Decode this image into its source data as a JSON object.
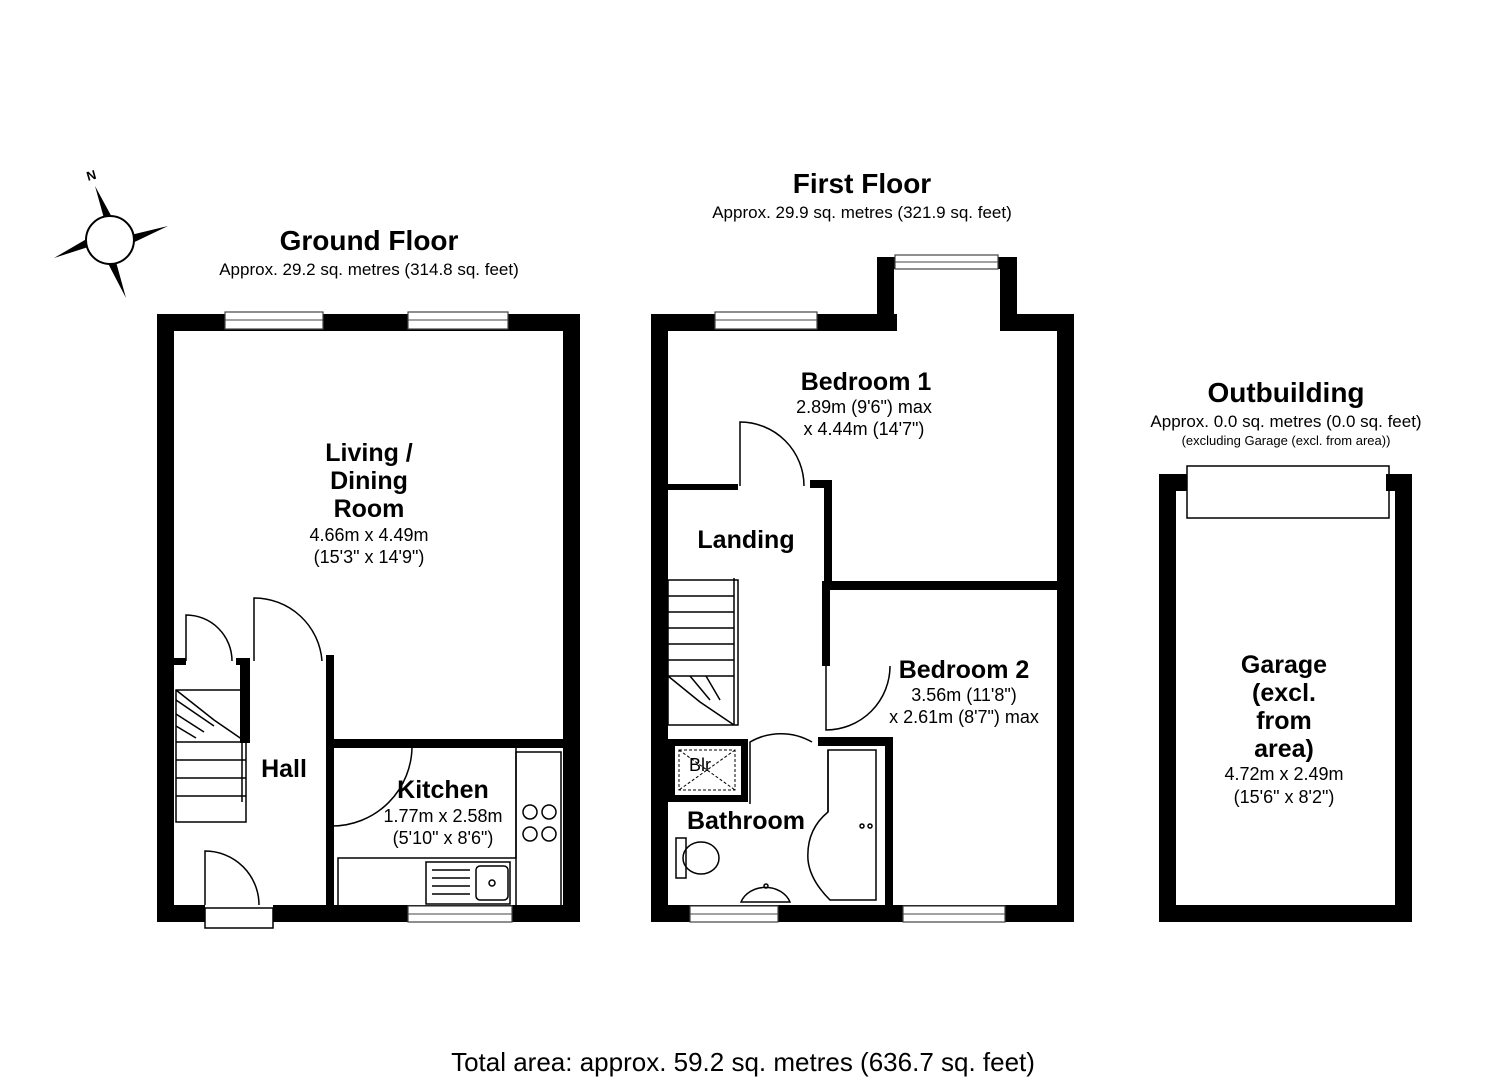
{
  "compass": {
    "north_label": "N"
  },
  "ground_floor": {
    "title": "Ground Floor",
    "area": "Approx. 29.2 sq. metres (314.8 sq. feet)",
    "rooms": {
      "living": {
        "name_lines": [
          "Living /",
          "Dining",
          "Room"
        ],
        "dim1": "4.66m x 4.49m",
        "dim2": "(15'3\" x 14'9\")"
      },
      "hall": {
        "name": "Hall"
      },
      "kitchen": {
        "name": "Kitchen",
        "dim1": "1.77m x 2.58m",
        "dim2": "(5'10\" x 8'6\")"
      }
    }
  },
  "first_floor": {
    "title": "First Floor",
    "area": "Approx. 29.9 sq. metres (321.9 sq. feet)",
    "rooms": {
      "bedroom1": {
        "name": "Bedroom 1",
        "dim1": "2.89m (9'6\") max",
        "dim2": "x 4.44m (14'7\")"
      },
      "landing": {
        "name": "Landing"
      },
      "bedroom2": {
        "name": "Bedroom 2",
        "dim1": "3.56m (11'8\")",
        "dim2": "x 2.61m (8'7\") max"
      },
      "bathroom": {
        "name": "Bathroom"
      },
      "boiler": {
        "name": "Blr"
      }
    }
  },
  "outbuilding": {
    "title": "Outbuilding",
    "area": "Approx. 0.0 sq. metres (0.0 sq. feet)",
    "note": "(excluding Garage (excl. from area))",
    "rooms": {
      "garage": {
        "name_lines": [
          "Garage",
          "(excl.",
          "from",
          "area)"
        ],
        "dim1": "4.72m x 2.49m",
        "dim2": "(15'6\" x 8'2\")"
      }
    }
  },
  "total": "Total area: approx. 59.2 sq. metres (636.7 sq. feet)"
}
